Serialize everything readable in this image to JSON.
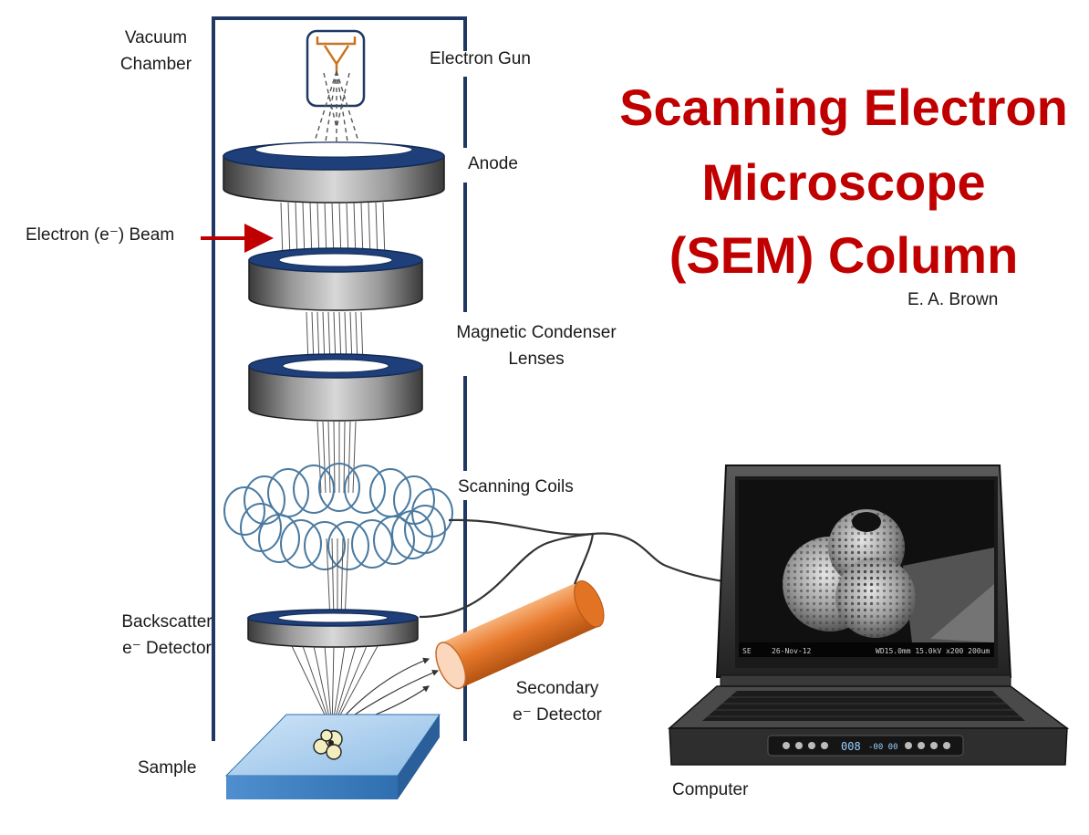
{
  "title": {
    "line1": "Scanning Electron",
    "line2": "Microscope",
    "line3": "(SEM) Column"
  },
  "author": "E. A. Brown",
  "labels": {
    "vacuum_chamber_1": "Vacuum",
    "vacuum_chamber_2": "Chamber",
    "electron_gun": "Electron Gun",
    "anode": "Anode",
    "electron_beam": "Electron (e⁻) Beam",
    "condenser_1": "Magnetic Condenser",
    "condenser_2": "Lenses",
    "scanning_coils": "Scanning Coils",
    "backscatter_1": "Backscatter",
    "backscatter_2": "e⁻ Detector",
    "secondary_1": "Secondary",
    "secondary_2": "e⁻ Detector",
    "sample": "Sample",
    "computer": "Computer"
  },
  "screen": {
    "mode": "SE",
    "date": "26-Nov-12",
    "readout": "WD15.0mm 15.0kV x200  200um",
    "display": "008",
    "display2": "-00 00"
  },
  "colors": {
    "title": "#c00000",
    "arrow": "#c00000",
    "chamber": "#1f3864",
    "ring_top": "#1f3f7a",
    "coil": "#4a7aa0",
    "detector": "#e87a2e",
    "sample_block": "#3f80c0"
  }
}
